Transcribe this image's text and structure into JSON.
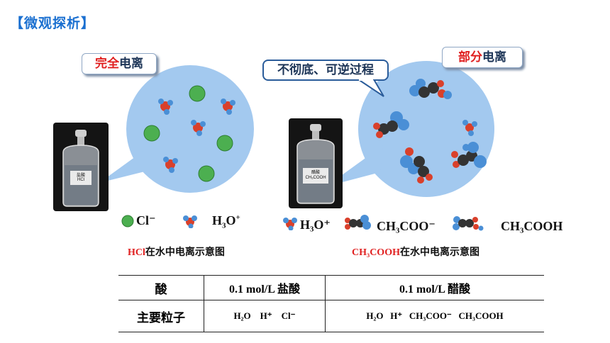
{
  "title": "【微观探析】",
  "left": {
    "tag_red": "完全",
    "tag_rest": "电离",
    "bottle_label_1": "盐酸",
    "bottle_label_2": "HCl",
    "legend_ion1": "Cl⁻",
    "legend_ion2_a": "H",
    "legend_ion2_sub": "3",
    "legend_ion2_b": "O",
    "legend_ion2_sup": "+",
    "caption_red": "HCl",
    "caption_rest": "在水中电离示意图"
  },
  "right": {
    "callout": "不彻底、可逆过程",
    "tag_red": "部分",
    "tag_rest": "电离",
    "bottle_label_1": "醋酸",
    "bottle_label_2": "CH₃COOH",
    "legend_1": "H₃O⁺",
    "legend_2": "CH₃COO⁻",
    "legend_3": "CH₃COOH",
    "caption_red": "CH₃COOH",
    "caption_rest": "在水中电离示意图"
  },
  "table": {
    "header_col0": "酸",
    "header_col1_a": "0.1 mol/L ",
    "header_col1_b": "盐酸",
    "header_col2_a": "0.1 mol/L ",
    "header_col2_b": "醋酸",
    "row_label": "主要粒子",
    "hcl_particles": "H₂O    H⁺    Cl⁻",
    "acetic_particles": "H₂O   H⁺   CH₃COO⁻   CH₃COOH"
  },
  "colors": {
    "title": "#1a6fd0",
    "bubble": "#a3c9ef",
    "chloride": "#4caf50",
    "oxygen": "#d9402b",
    "hydrogen": "#4a8fd6",
    "carbon": "#333333",
    "accent_red": "#e02020"
  }
}
